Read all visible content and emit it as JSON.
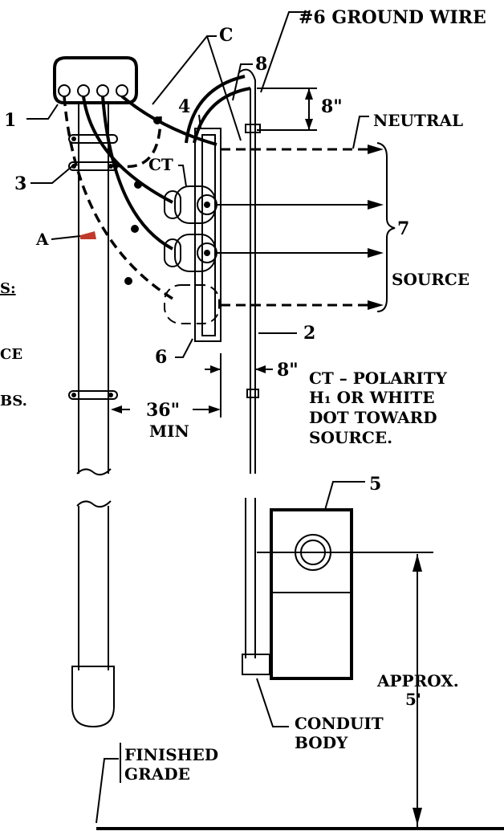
{
  "labels": {
    "ground_wire": "#6 GROUND WIRE",
    "c": "C",
    "eight_top": "8",
    "eight_inch_top": "8\"",
    "neutral": "NEUTRAL",
    "one": "1",
    "four": "4",
    "ct": "CT",
    "three": "3",
    "seven": "7",
    "a": "A",
    "source": "SOURCE",
    "two": "2",
    "six": "6",
    "eight_inch_side": "8\"",
    "thirty_six": "36\"",
    "min": "MIN",
    "ct_note": [
      "CT – POLARITY",
      "H₁ OR WHITE",
      "DOT TOWARD",
      "SOURCE."
    ],
    "five": "5",
    "approx": "APPROX.",
    "five_ft": "5'",
    "conduit": [
      "CONDUIT",
      "BODY"
    ],
    "finished": [
      "FINISHED",
      "GRADE"
    ],
    "cut_left": [
      "S:",
      "CE",
      "BS."
    ]
  },
  "colors": {
    "marker_a": "#c0392b",
    "line": "#000000"
  }
}
